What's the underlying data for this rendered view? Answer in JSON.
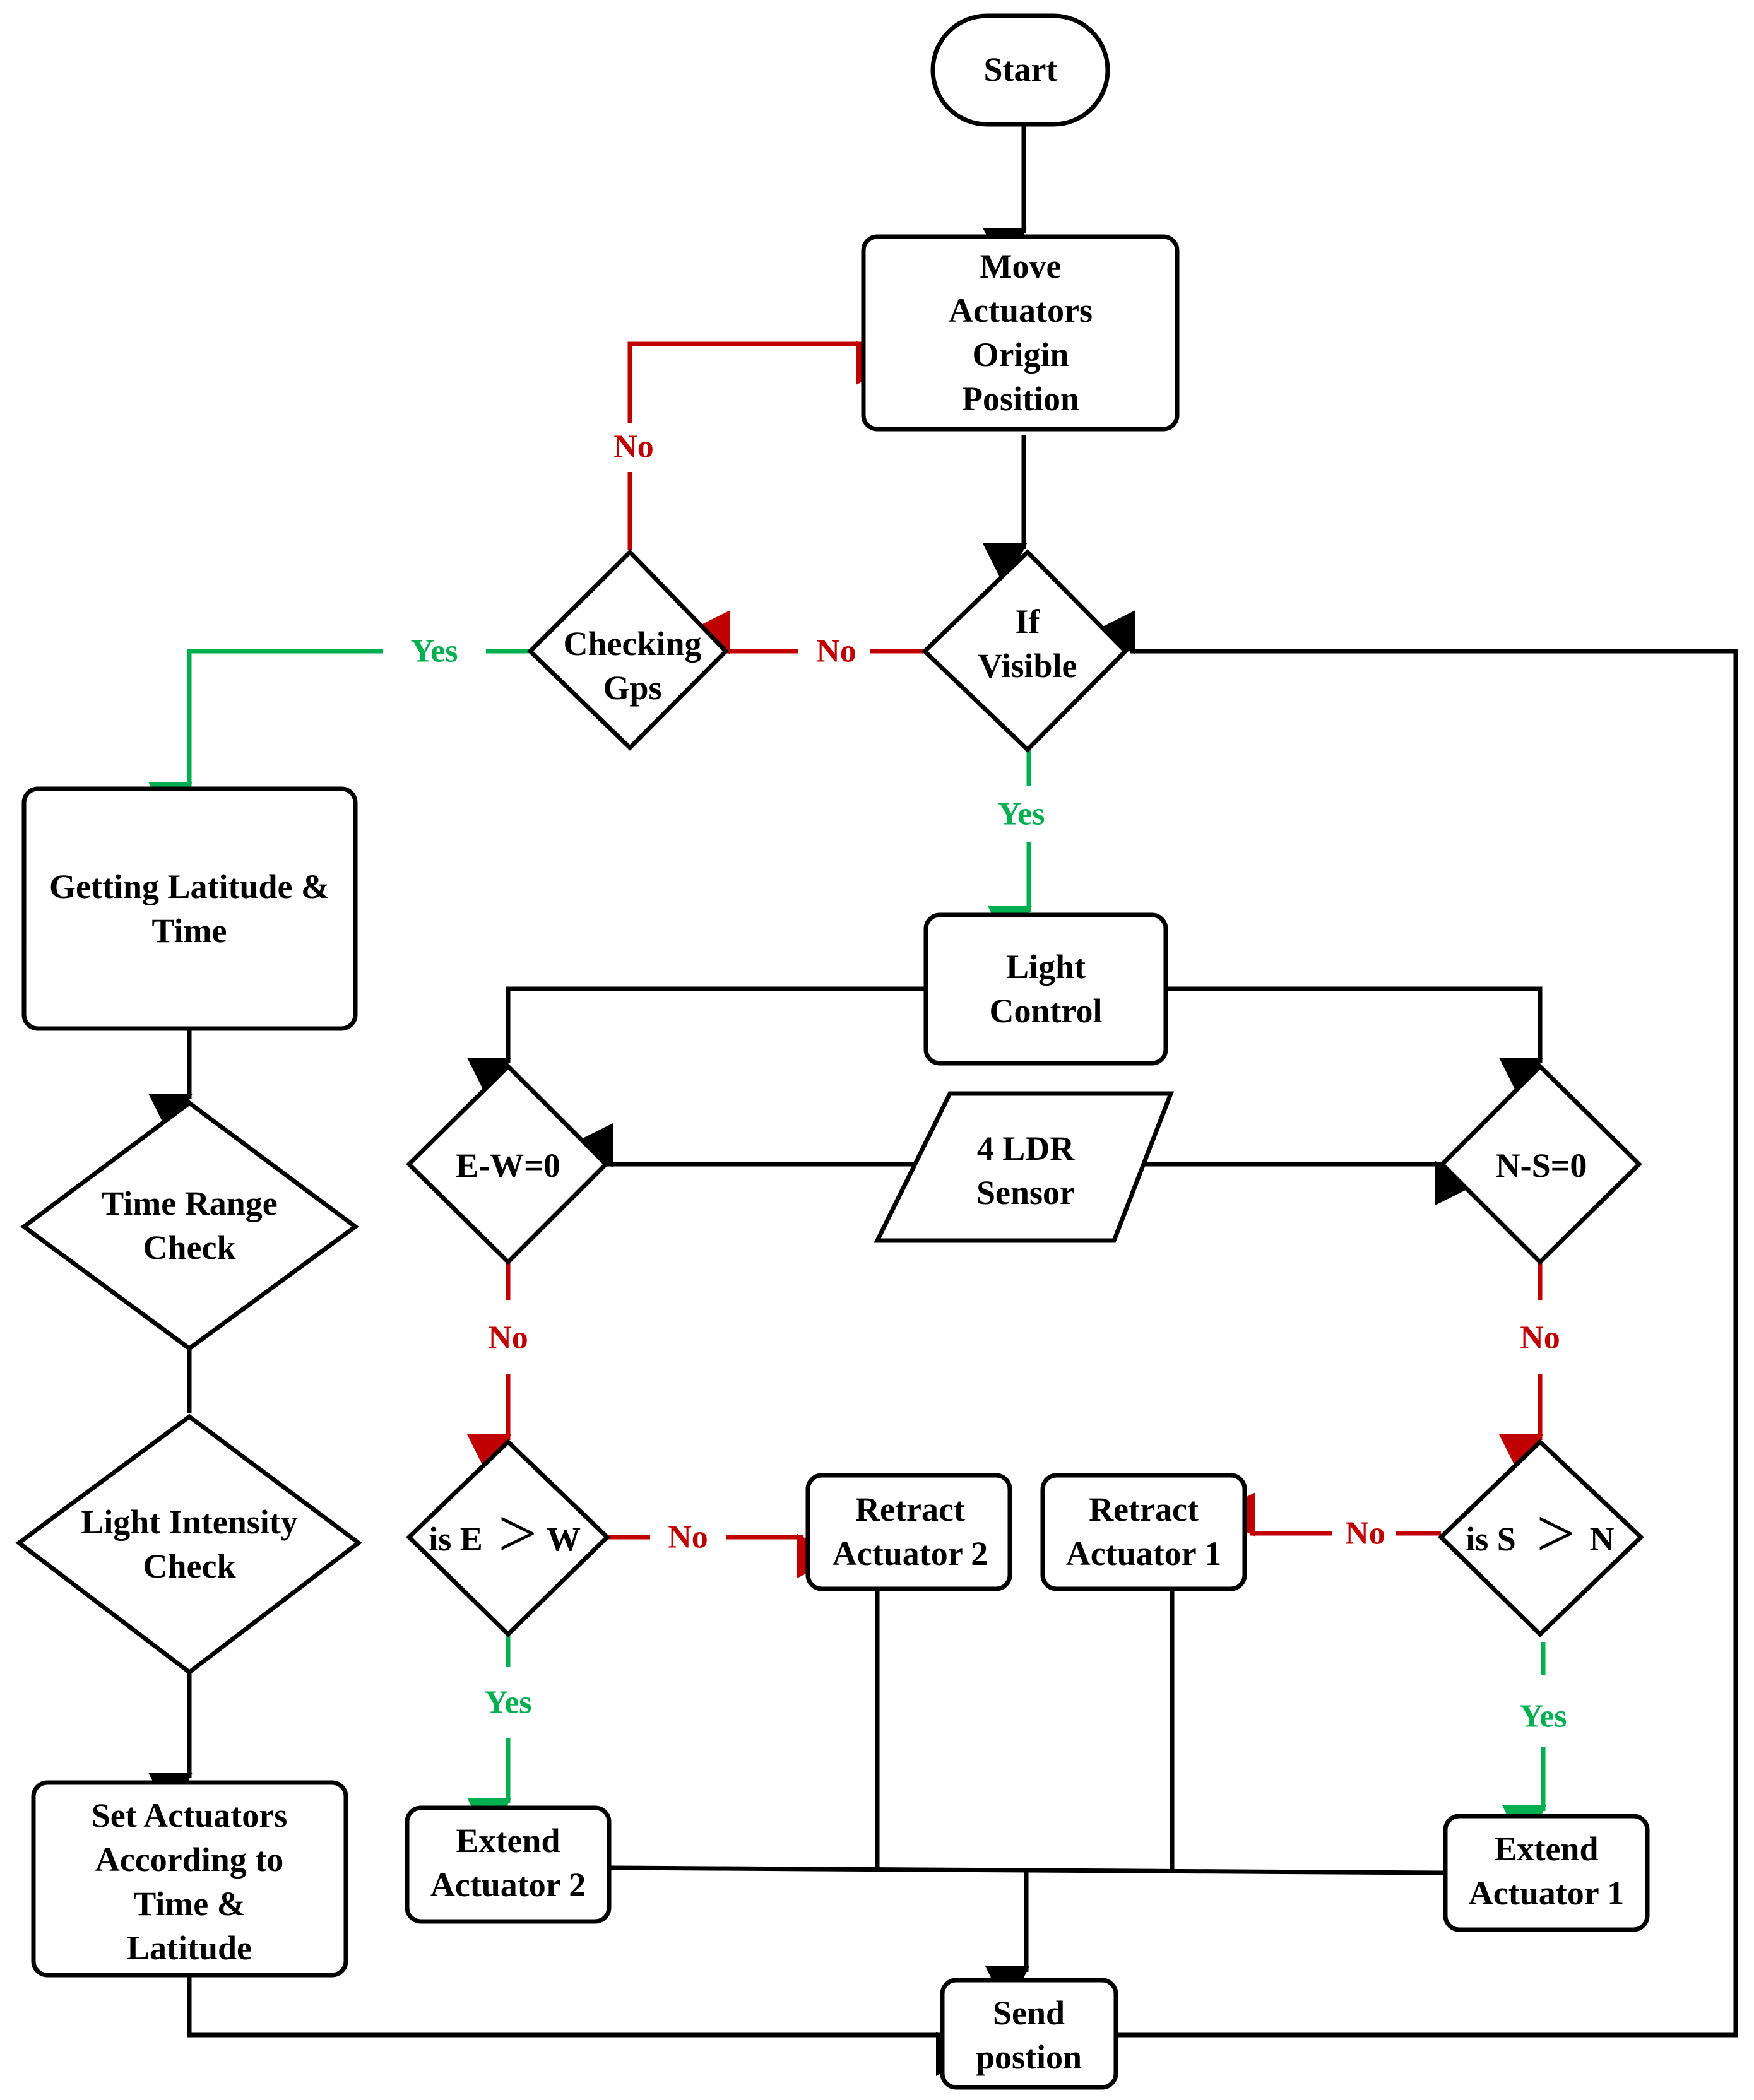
{
  "nodes": {
    "start": "Start",
    "move_origin": [
      "Move",
      "Actuators",
      "Origin",
      "Position"
    ],
    "if_visible": [
      "If",
      "Visible"
    ],
    "checking_gps": [
      "Checking",
      "Gps"
    ],
    "getting_lat_time": [
      "Getting Latitude &",
      "Time"
    ],
    "time_range_check": [
      "Time Range",
      "Check"
    ],
    "light_intensity_check": [
      "Light Intensity",
      "Check"
    ],
    "set_actuators": [
      "Set Actuators",
      "According to",
      "Time &",
      "Latitude"
    ],
    "light_control": [
      "Light",
      "Control"
    ],
    "ldr_sensor": [
      "4 LDR",
      "Sensor"
    ],
    "ew_zero": "E-W=0",
    "ns_zero": "N-S=0",
    "is_e_gt_w": {
      "left": "is E",
      "symbol": ">",
      "right": "W"
    },
    "is_s_gt_n": {
      "left": "is S",
      "symbol": ">",
      "right": "N"
    },
    "retract_2": [
      "Retract",
      "Actuator 2"
    ],
    "retract_1": [
      "Retract",
      "Actuator 1"
    ],
    "extend_2": [
      "Extend",
      "Actuator 2"
    ],
    "extend_1": [
      "Extend",
      "Actuator 1"
    ],
    "send_position": [
      "Send",
      "postion"
    ]
  },
  "edge_labels": {
    "no": "No",
    "yes": "Yes"
  },
  "colors": {
    "line": "#000000",
    "no_branch": "#c00000",
    "yes_branch": "#00b050"
  }
}
